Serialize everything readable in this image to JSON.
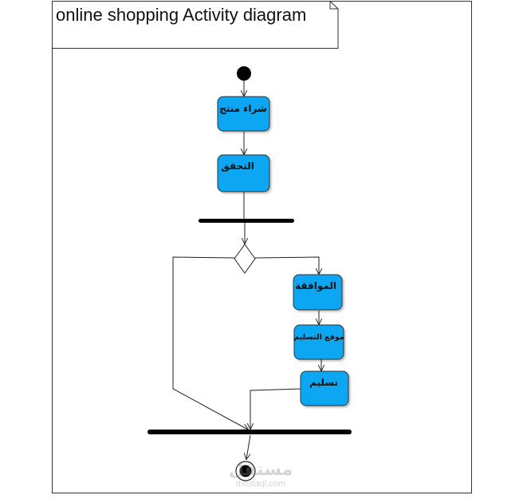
{
  "frame": {
    "title": "online shopping Activity diagram"
  },
  "actions": [
    {
      "id": "buy-product",
      "label": "شراء منتج"
    },
    {
      "id": "verify",
      "label": "التحقق"
    },
    {
      "id": "approval",
      "label": "الموافقة"
    },
    {
      "id": "delivery-location",
      "label": "موقع التسليم"
    },
    {
      "id": "delivery",
      "label": "تسليم"
    }
  ],
  "watermark": {
    "text": "مستقل",
    "url": "mostaql.com"
  },
  "colors": {
    "action_fill": "#0aa6f3",
    "line": "#222222",
    "bar": "#000000",
    "background": "#ffffff"
  }
}
